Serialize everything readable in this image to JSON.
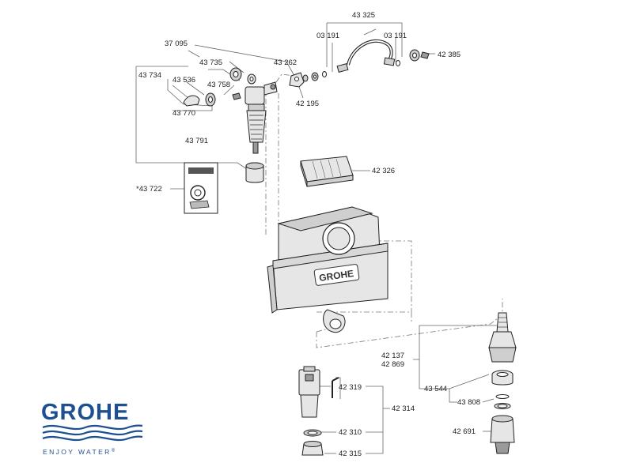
{
  "parts": [
    {
      "id": "p43325",
      "label": "43 325"
    },
    {
      "id": "p03191a",
      "label": "03 191"
    },
    {
      "id": "p03191b",
      "label": "03 191"
    },
    {
      "id": "p42385",
      "label": "42 385"
    },
    {
      "id": "p37095",
      "label": "37 095"
    },
    {
      "id": "p43262",
      "label": "43 262"
    },
    {
      "id": "p43735",
      "label": "43 735"
    },
    {
      "id": "p43734",
      "label": "43 734"
    },
    {
      "id": "p43536",
      "label": "43 536"
    },
    {
      "id": "p43758",
      "label": "43 758"
    },
    {
      "id": "p42195",
      "label": "42 195"
    },
    {
      "id": "p43770",
      "label": "43 770"
    },
    {
      "id": "p43791",
      "label": "43 791"
    },
    {
      "id": "p42326",
      "label": "42 326"
    },
    {
      "id": "p43722",
      "label": "*43 722"
    },
    {
      "id": "p42137",
      "label": "42 137"
    },
    {
      "id": "p42869",
      "label": "42 869"
    },
    {
      "id": "p43544",
      "label": "43 544"
    },
    {
      "id": "p43808",
      "label": "43 808"
    },
    {
      "id": "p42691",
      "label": "42 691"
    },
    {
      "id": "p42319",
      "label": "42 319"
    },
    {
      "id": "p42314",
      "label": "42 314"
    },
    {
      "id": "p42310",
      "label": "42 310"
    },
    {
      "id": "p42315",
      "label": "42 315"
    }
  ],
  "cistern_brand": "GROHE",
  "logo": {
    "brand": "GROHE",
    "slogan": "ENJOY WATER",
    "trademark": "®",
    "color": "#1d4f91"
  }
}
